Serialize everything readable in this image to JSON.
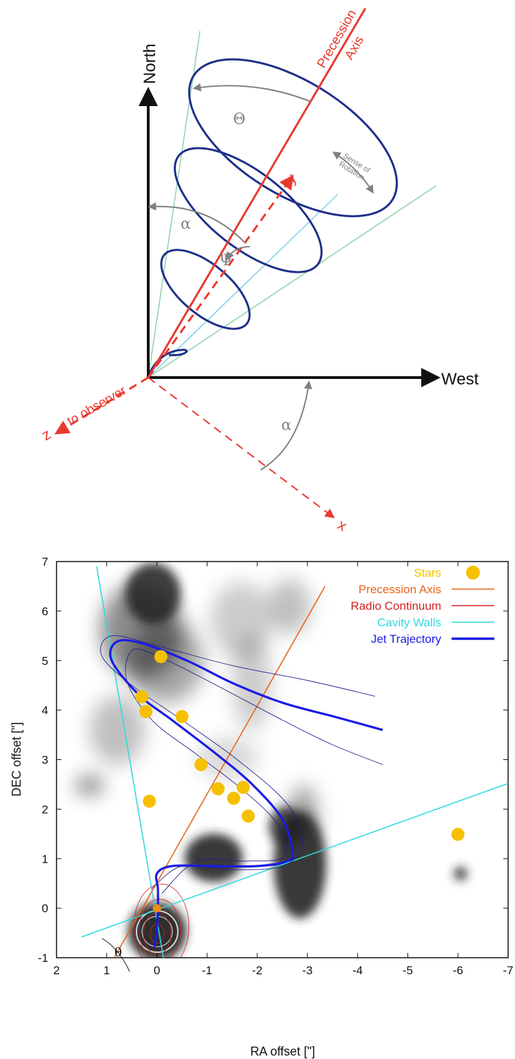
{
  "diagram": {
    "axis_north": "North",
    "axis_west": "West",
    "axis_z": "z",
    "axis_z_note": "to observer",
    "axis_y": "y",
    "axis_x": "x",
    "precession_line1": "Precession",
    "precession_line2": "Axis",
    "theta_upper": "Θ",
    "alpha_upper": "α",
    "alpha_lower": "α",
    "psi": "Ψ",
    "rotation_line1": "Sense of",
    "rotation_line2": "Rotation",
    "colors": {
      "axis": "#111111",
      "precession": "#e8392e",
      "helix": "#1f2f8a",
      "cone": "#8fd1a8",
      "sightline": "#7fcde8",
      "annotation": "#808080"
    }
  },
  "chart_data": {
    "type": "scatter",
    "xlabel": "RA offset [\"]",
    "ylabel": "DEC offset [\"]",
    "xlim": [
      2,
      -7
    ],
    "ylim": [
      -1,
      7
    ],
    "x_ticks": [
      2,
      1,
      0,
      -1,
      -2,
      -3,
      -4,
      -5,
      -6,
      -7
    ],
    "y_ticks": [
      -1,
      0,
      1,
      2,
      3,
      4,
      5,
      6,
      7
    ],
    "x_tick_labels": [
      "2",
      "1",
      "0",
      "-1",
      "-2",
      "-3",
      "-4",
      "-5",
      "-6",
      "-7"
    ],
    "y_tick_labels": [
      "-1",
      "0",
      "1",
      "2",
      "3",
      "4",
      "5",
      "6",
      "7"
    ],
    "angle_label": "θ",
    "legend_position": "top-right",
    "legend": [
      {
        "label": "Stars",
        "color": "#f5c000",
        "kind": "point"
      },
      {
        "label": "Precession Axis",
        "color": "#e8631a",
        "kind": "line"
      },
      {
        "label": "Radio Continuum",
        "color": "#d22222",
        "kind": "line"
      },
      {
        "label": "Cavity Walls",
        "color": "#33d8e0",
        "kind": "line"
      },
      {
        "label": "Jet Trajectory",
        "color": "#1a1ae6",
        "kind": "thick-line"
      }
    ],
    "stars": [
      {
        "x": -0.08,
        "y": 5.08
      },
      {
        "x": 0.3,
        "y": 4.27
      },
      {
        "x": 0.22,
        "y": 3.97
      },
      {
        "x": -0.5,
        "y": 3.87
      },
      {
        "x": -0.88,
        "y": 2.9
      },
      {
        "x": -1.22,
        "y": 2.41
      },
      {
        "x": -1.72,
        "y": 2.44
      },
      {
        "x": -1.53,
        "y": 2.22
      },
      {
        "x": 0.15,
        "y": 2.16
      },
      {
        "x": -1.82,
        "y": 1.86
      },
      {
        "x": -6.0,
        "y": 1.49
      },
      {
        "x": 0.0,
        "y": 0.0
      }
    ],
    "precession_axis": [
      {
        "x": 0.85,
        "y": -1.0
      },
      {
        "x": -3.35,
        "y": 6.5
      }
    ],
    "cavity_walls": [
      [
        {
          "x": -0.13,
          "y": -1.0
        },
        {
          "x": 1.2,
          "y": 6.9
        }
      ],
      [
        {
          "x": 1.5,
          "y": -0.58
        },
        {
          "x": -7.0,
          "y": 2.52
        }
      ]
    ],
    "jet_trajectory": [
      {
        "x": 0.05,
        "y": -0.8
      },
      {
        "x": 0.0,
        "y": -0.4
      },
      {
        "x": -0.02,
        "y": 0.0
      },
      {
        "x": -0.02,
        "y": 0.4
      },
      {
        "x": 0.0,
        "y": 0.7
      },
      {
        "x": -0.3,
        "y": 0.85
      },
      {
        "x": -1.1,
        "y": 0.85
      },
      {
        "x": -2.0,
        "y": 0.85
      },
      {
        "x": -2.6,
        "y": 0.95
      },
      {
        "x": -2.7,
        "y": 1.15
      },
      {
        "x": -2.5,
        "y": 1.8
      },
      {
        "x": -1.9,
        "y": 2.5
      },
      {
        "x": -1.2,
        "y": 3.1
      },
      {
        "x": -0.3,
        "y": 3.8
      },
      {
        "x": 0.35,
        "y": 4.3
      },
      {
        "x": 0.9,
        "y": 5.0
      },
      {
        "x": 0.8,
        "y": 5.38
      },
      {
        "x": 0.3,
        "y": 5.35
      },
      {
        "x": -0.6,
        "y": 5.0
      },
      {
        "x": -1.5,
        "y": 4.55
      },
      {
        "x": -2.5,
        "y": 4.15
      },
      {
        "x": -3.6,
        "y": 3.85
      },
      {
        "x": -4.5,
        "y": 3.6
      }
    ],
    "trajectory_envelope": [
      [
        {
          "x": 0.1,
          "y": 0.4
        },
        {
          "x": -0.5,
          "y": 0.85
        },
        {
          "x": -1.5,
          "y": 0.78
        },
        {
          "x": -2.5,
          "y": 0.85
        },
        {
          "x": -2.9,
          "y": 1.3
        },
        {
          "x": -2.6,
          "y": 2.1
        },
        {
          "x": -1.6,
          "y": 3.0
        },
        {
          "x": -0.5,
          "y": 3.8
        },
        {
          "x": 0.5,
          "y": 4.5
        },
        {
          "x": 1.1,
          "y": 5.1
        },
        {
          "x": 0.9,
          "y": 5.5
        },
        {
          "x": 0.0,
          "y": 5.3
        },
        {
          "x": -1.5,
          "y": 4.9
        },
        {
          "x": -3.0,
          "y": 4.6
        },
        {
          "x": -4.35,
          "y": 4.28
        }
      ],
      [
        {
          "x": -0.1,
          "y": 0.3
        },
        {
          "x": -0.8,
          "y": 0.95
        },
        {
          "x": -1.8,
          "y": 0.95
        },
        {
          "x": -2.55,
          "y": 1.05
        },
        {
          "x": -2.4,
          "y": 1.7
        },
        {
          "x": -1.7,
          "y": 2.4
        },
        {
          "x": -0.8,
          "y": 3.1
        },
        {
          "x": 0.1,
          "y": 3.8
        },
        {
          "x": 0.6,
          "y": 4.6
        },
        {
          "x": 0.5,
          "y": 5.2
        },
        {
          "x": 0.0,
          "y": 5.1
        },
        {
          "x": -1.0,
          "y": 4.6
        },
        {
          "x": -2.5,
          "y": 3.8
        },
        {
          "x": -3.5,
          "y": 3.3
        },
        {
          "x": -4.5,
          "y": 2.9
        }
      ]
    ]
  }
}
